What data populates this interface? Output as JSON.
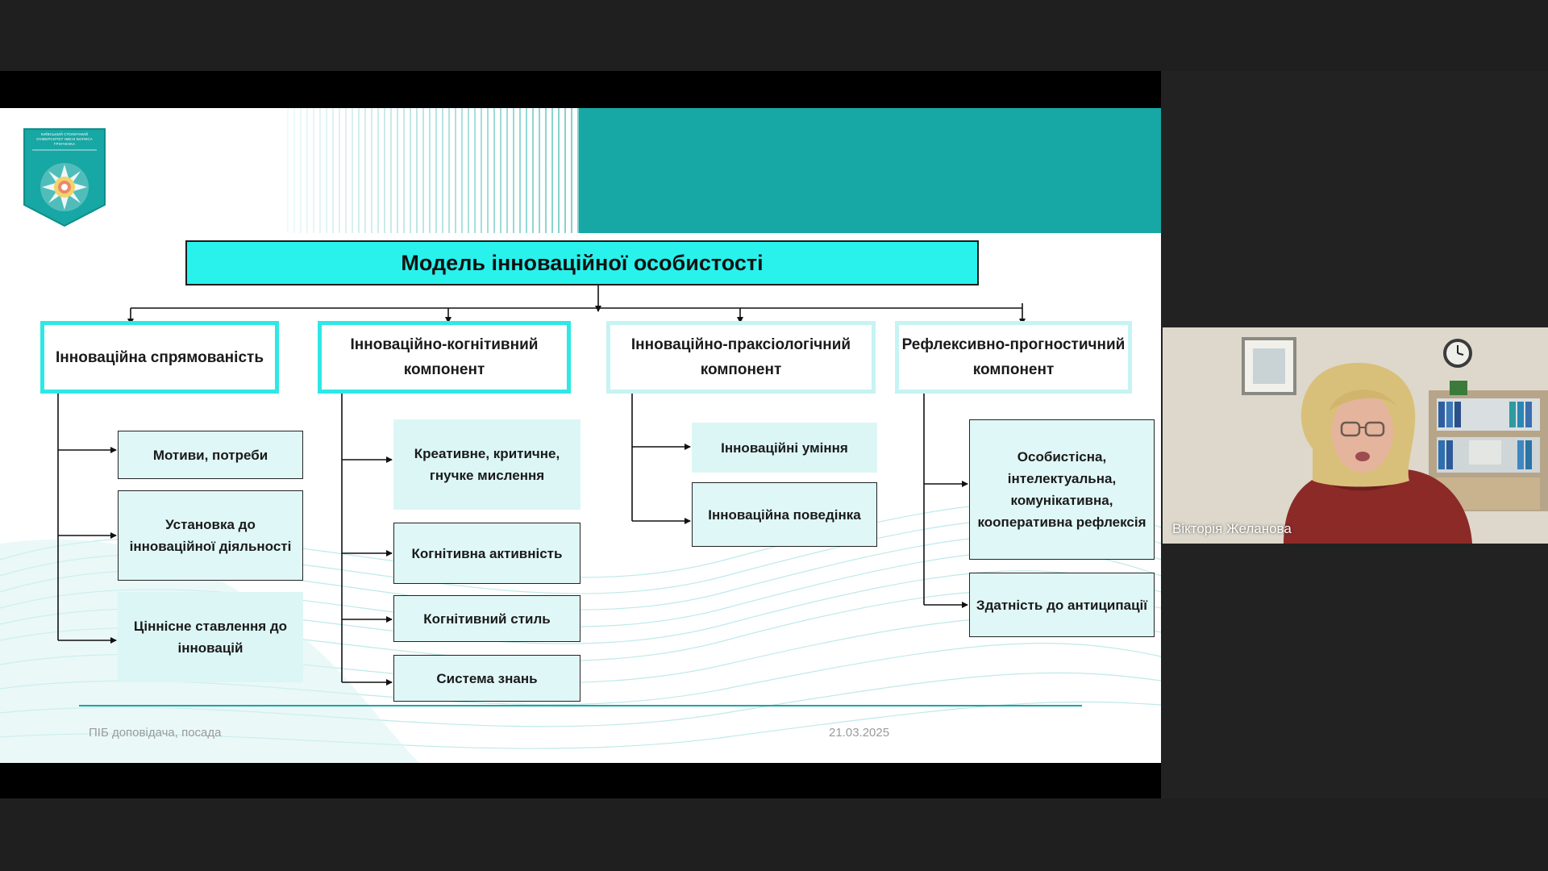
{
  "slide": {
    "title": "Модель інноваційної особистості",
    "logo_text": "КИЇВСЬКИЙ СТОЛИЧНИЙ УНІВЕРСИТЕТ ІМЕНІ БОРИСА ГРІНЧЕНКА",
    "categories": [
      {
        "label": "Інноваційна спрямованість",
        "items": [
          "Мотиви, потреби",
          "Установка до інноваційної діяльності",
          "Ціннісне ставлення до інновацій"
        ]
      },
      {
        "label": "Інноваційно-когнітивний компонент",
        "items": [
          "Креативне, критичне, гнучке мислення",
          "Когнітивна активність",
          "Когнітивний стиль",
          "Система знань"
        ]
      },
      {
        "label": "Інноваційно-праксіологічний компонент",
        "items": [
          "Інноваційні уміння",
          "Інноваційна поведінка"
        ]
      },
      {
        "label": "Рефлексивно-прогностичний компонент",
        "items": [
          "Особистісна, інтелектуальна, комунікативна, кооперативна рефлексія",
          "Здатність до антиципації"
        ]
      }
    ],
    "footer": {
      "presenter": "ПІБ доповідача, посада",
      "date": "21.03.2025"
    }
  },
  "video": {
    "participant_name": "Вікторія Желанова"
  },
  "colors": {
    "teal": "#17a7a4",
    "cyan": "#29f2ec",
    "bar": "#1f1f1f"
  }
}
